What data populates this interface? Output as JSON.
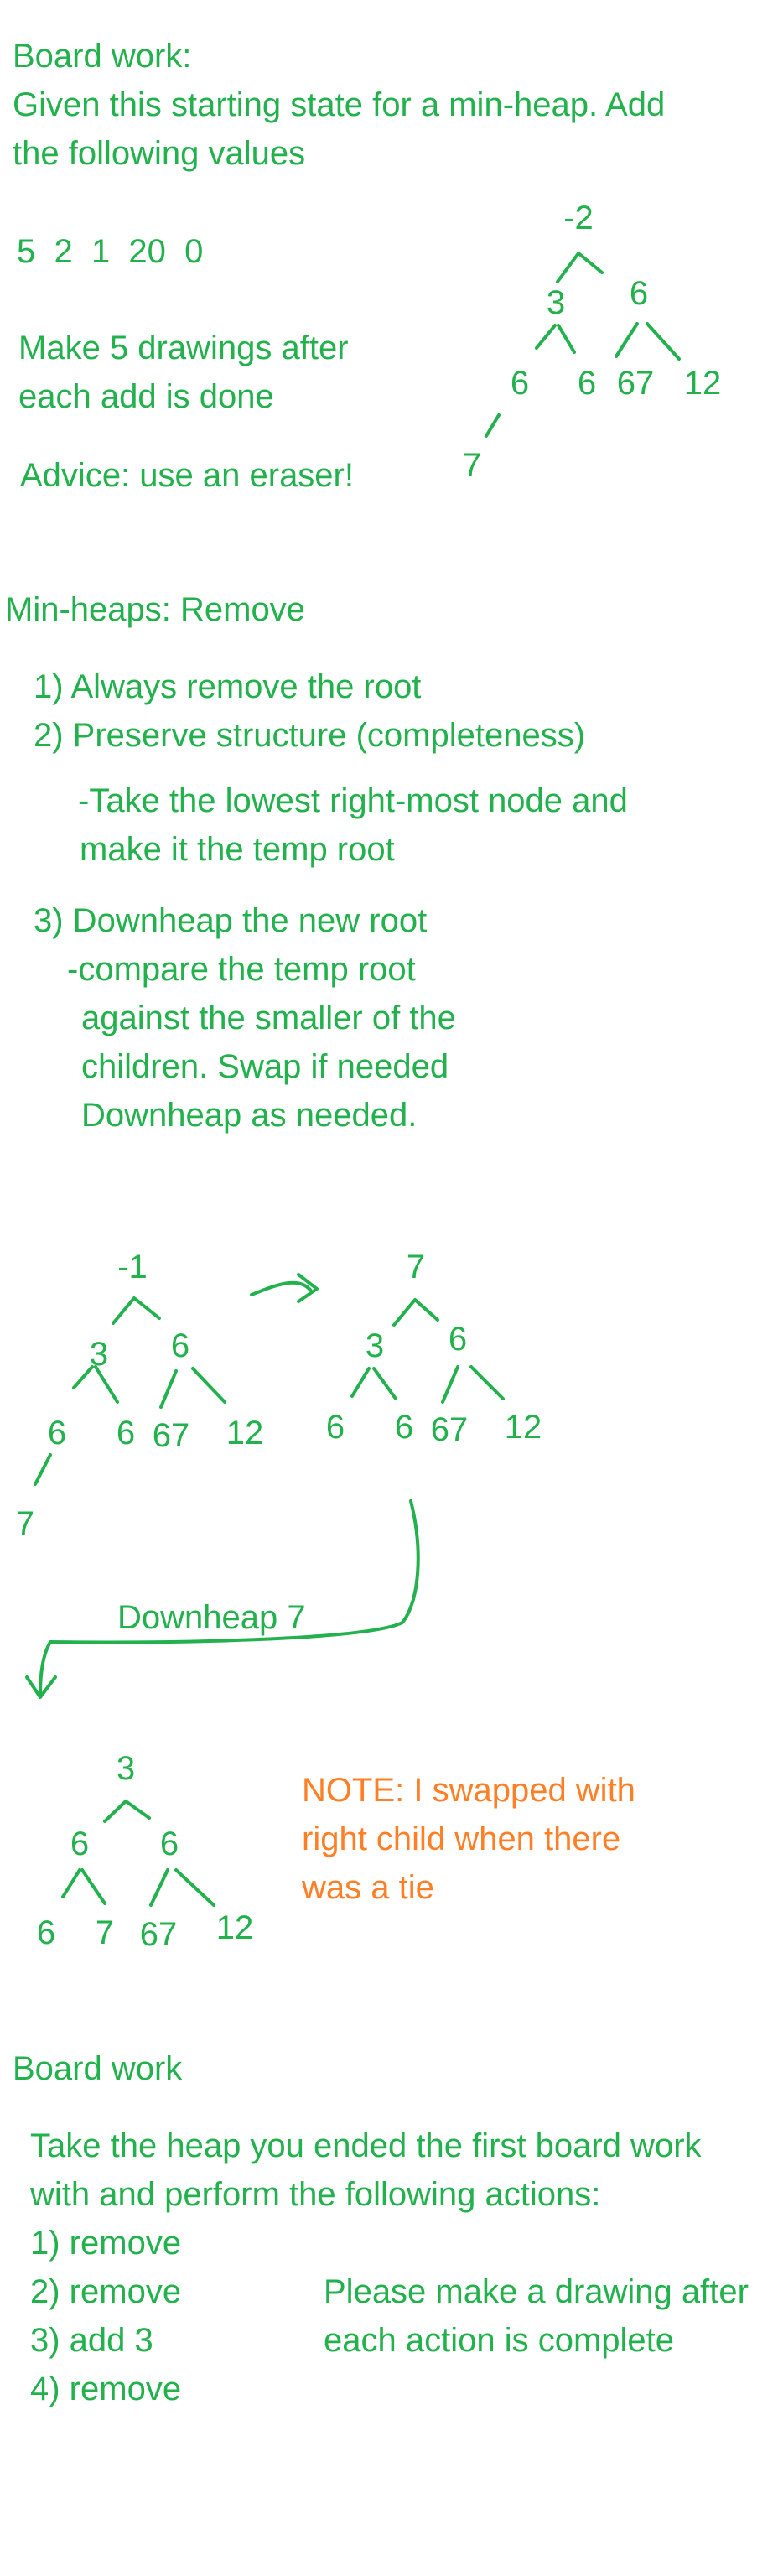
{
  "section1": {
    "heading": "Board work:",
    "line1": "Given this starting state for a min-heap. Add",
    "line2": "the following values",
    "values": "5  2  1  20  0",
    "drawing_line1": "Make 5 drawings after",
    "drawing_line2": "each add is done",
    "advice": "Advice: use an eraser!"
  },
  "heap_start": {
    "nodes": [
      "-2",
      "3",
      "6",
      "6",
      "6",
      "67",
      "12",
      "7"
    ]
  },
  "section2": {
    "heading": "Min-heaps: Remove",
    "step1": "1) Always remove the root",
    "step2": "2) Preserve structure (completeness)",
    "step2a": "-Take the lowest right-most node and",
    "step2b": "make it the temp root",
    "step3": "3) Downheap the new root",
    "step3a": "-compare the temp root",
    "step3b": "against the smaller of the",
    "step3c": "children. Swap if needed",
    "step3d": "Downheap as needed."
  },
  "heap_before": {
    "nodes": [
      "-1",
      "3",
      "6",
      "6",
      "6",
      "67",
      "12",
      "7"
    ]
  },
  "heap_temp": {
    "nodes": [
      "7",
      "3",
      "6",
      "6",
      "6",
      "67",
      "12"
    ]
  },
  "downheap_label": "Downheap 7",
  "heap_after": {
    "nodes": [
      "3",
      "6",
      "6",
      "6",
      "7",
      "67",
      "12"
    ]
  },
  "note": {
    "line1": "NOTE: I swapped with",
    "line2": "right child when there",
    "line3": "was a tie",
    "color": "#ff7f27"
  },
  "section3": {
    "heading": "Board work",
    "line1": "Take the heap you ended the first board work",
    "line2": "with and perform the following actions:",
    "actions": [
      "1) remove",
      "2) remove",
      "3) add 3",
      "4) remove"
    ],
    "drawing_line1": "Please make a drawing after",
    "drawing_line2": "each action is complete"
  },
  "colors": {
    "ink": "#22b14c",
    "note": "#ff7f27",
    "background": "#ffffff"
  }
}
